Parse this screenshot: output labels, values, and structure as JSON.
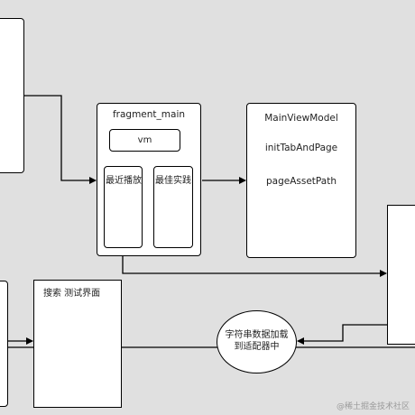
{
  "nodes": {
    "fragment_main": {
      "title": "fragment_main"
    },
    "vm": {
      "label": "vm"
    },
    "recent_play": {
      "label": "最近播放"
    },
    "best_practice": {
      "label": "最佳实践"
    },
    "main_view_model": {
      "lines": [
        "MainViewModel",
        "initTabAndPage",
        "pageAssetPath"
      ]
    },
    "search_test": {
      "label": "搜索 测试界面"
    },
    "string_load": {
      "lines": [
        "字符串数据加载",
        "到适配器中"
      ]
    }
  },
  "watermark": "@稀土掘金技术社区",
  "colors": {
    "background": "#e0e0e0",
    "node_fill": "#ffffff",
    "stroke": "#000000"
  }
}
